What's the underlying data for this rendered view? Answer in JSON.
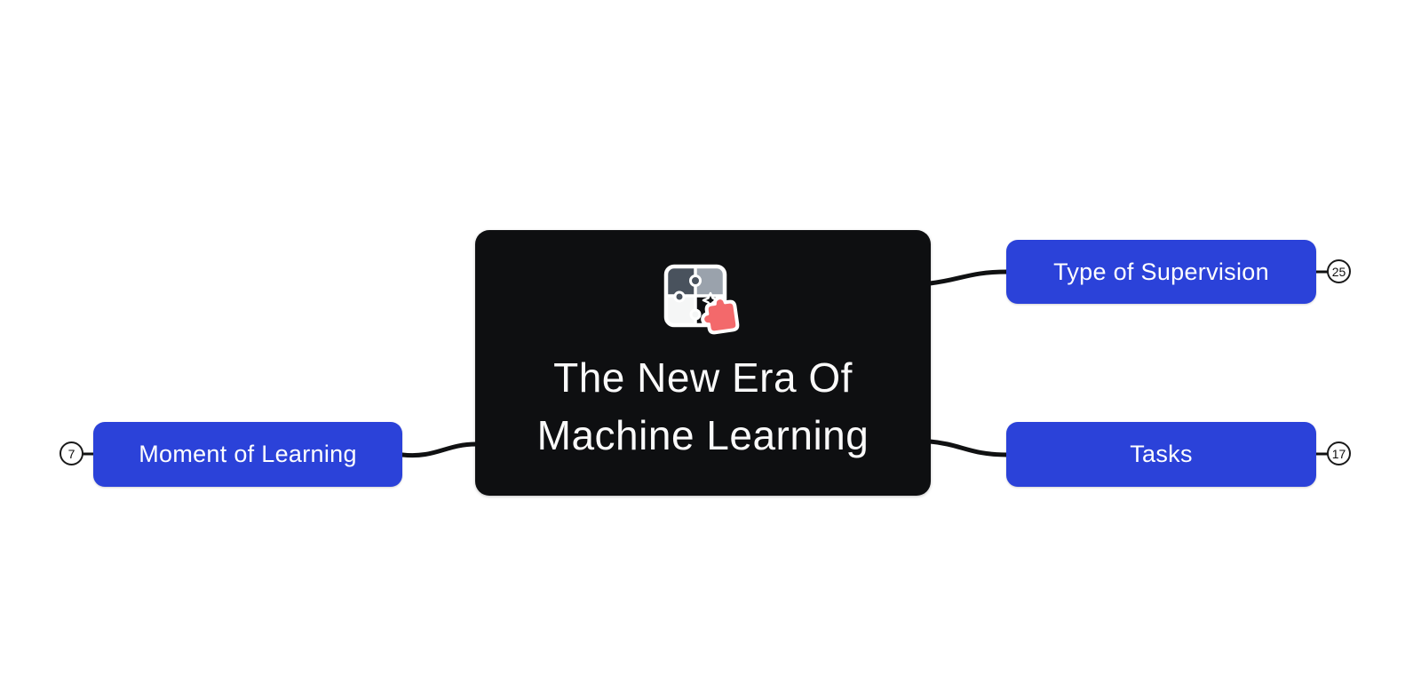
{
  "canvas": {
    "background": "#ffffff"
  },
  "colors": {
    "root_bg": "#0e0f11",
    "root_text": "#fafafa",
    "branch_bg": "#2b42d9",
    "branch_text": "#ffffff",
    "connector": "#101112",
    "badge_bg": "#ffffff",
    "badge_border": "#1a1a1a",
    "badge_text": "#111111",
    "icon_dark": "#49525d",
    "icon_gray": "#9aa2ac",
    "icon_white": "#f5f6f6",
    "icon_red": "#f3696b",
    "icon_outline": "#ffffff"
  },
  "root": {
    "title": "The New Era Of Machine Learning",
    "title_lines": [
      "The New Era Of",
      "Machine Learning"
    ],
    "icon": "puzzle-icon"
  },
  "branches": [
    {
      "label": "Type of Supervision",
      "count": "25",
      "side": "right"
    },
    {
      "label": "Tasks",
      "count": "17",
      "side": "right"
    },
    {
      "label": "Moment of Learning",
      "count": "7",
      "side": "left"
    }
  ]
}
